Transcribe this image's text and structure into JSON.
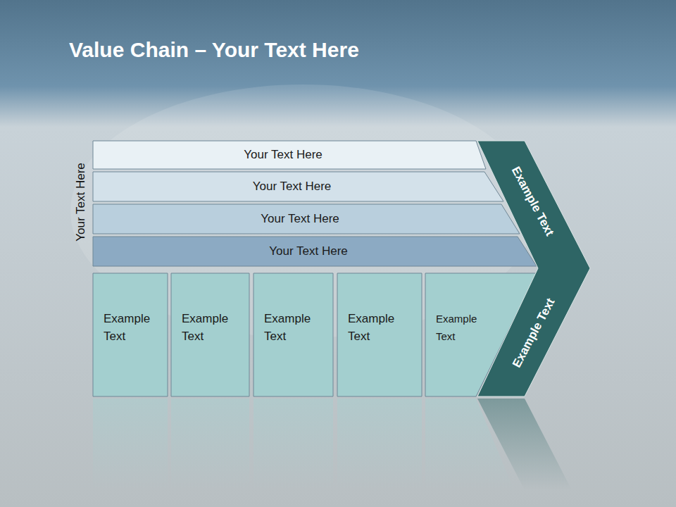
{
  "diagram": {
    "title": "Value Chain – Your Text Here",
    "nodes": [
      {
        "text": [
          "Your Text Here"
        ]
      },
      {
        "text": [
          "Your Text Here"
        ]
      },
      {
        "text": [
          "Your Text Here"
        ]
      },
      {
        "text": [
          "Your Text Here"
        ]
      },
      {
        "text": [
          "Example Text"
        ]
      },
      {
        "text": [
          "Example Text"
        ]
      },
      {
        "text": [
          "Example Text"
        ]
      },
      {
        "text": [
          "Example Text"
        ]
      },
      {
        "text": [
          "Example Text"
        ]
      },
      {
        "text": [
          "Example Text",
          "Example Text"
        ]
      }
    ],
    "labels": [
      "Your Text Here"
    ]
  }
}
